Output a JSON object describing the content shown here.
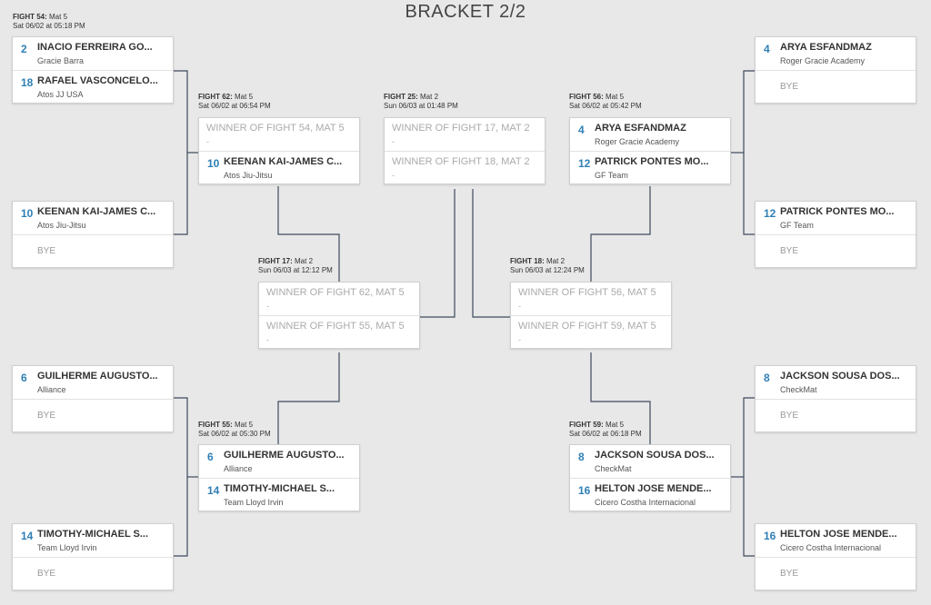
{
  "title": "BRACKET 2/2",
  "fights": {
    "f54": {
      "fight": "FIGHT 54:",
      "mat": "Mat 5",
      "time": "Sat 06/02 at 05:18 PM"
    },
    "f62": {
      "fight": "FIGHT 62:",
      "mat": "Mat 5",
      "time": "Sat 06/02 at 06:54 PM"
    },
    "f25": {
      "fight": "FIGHT 25:",
      "mat": "Mat 2",
      "time": "Sun 06/03 at 01:48 PM"
    },
    "f56": {
      "fight": "FIGHT 56:",
      "mat": "Mat 5",
      "time": "Sat 06/02 at 05:42 PM"
    },
    "f17": {
      "fight": "FIGHT 17:",
      "mat": "Mat 2",
      "time": "Sun 06/03 at 12:12 PM"
    },
    "f18": {
      "fight": "FIGHT 18:",
      "mat": "Mat 2",
      "time": "Sun 06/03 at 12:24 PM"
    },
    "f55": {
      "fight": "FIGHT 55:",
      "mat": "Mat 5",
      "time": "Sat 06/02 at 05:30 PM"
    },
    "f59": {
      "fight": "FIGHT 59:",
      "mat": "Mat 5",
      "time": "Sat 06/02 at 06:18 PM"
    }
  },
  "cards": {
    "c54": [
      {
        "seed": "2",
        "name": "INACIO FERREIRA GO...",
        "team": "Gracie Barra"
      },
      {
        "seed": "18",
        "name": "RAFAEL VASCONCELO...",
        "team": "Atos JJ USA"
      }
    ],
    "cKeenanBye": [
      {
        "seed": "10",
        "name": "KEENAN KAI-JAMES C...",
        "team": "Atos Jiu-Jitsu"
      },
      {
        "bye": "BYE"
      }
    ],
    "cGuilhermeBye": [
      {
        "seed": "6",
        "name": "GUILHERME AUGUSTO...",
        "team": "Alliance"
      },
      {
        "bye": "BYE"
      }
    ],
    "cTimothyBye": [
      {
        "seed": "14",
        "name": "TIMOTHY-MICHAEL S...",
        "team": "Team Lloyd Irvin"
      },
      {
        "bye": "BYE"
      }
    ],
    "c62": [
      {
        "pname": "WINNER OF FIGHT 54, MAT 5",
        "pdash": "-"
      },
      {
        "seed": "10",
        "name": "KEENAN KAI-JAMES C...",
        "team": "Atos Jiu-Jitsu"
      }
    ],
    "c55": [
      {
        "seed": "6",
        "name": "GUILHERME AUGUSTO...",
        "team": "Alliance"
      },
      {
        "seed": "14",
        "name": "TIMOTHY-MICHAEL S...",
        "team": "Team Lloyd Irvin"
      }
    ],
    "c25": [
      {
        "pname": "WINNER OF FIGHT 17, MAT 2",
        "pdash": "-"
      },
      {
        "pname": "WINNER OF FIGHT 18, MAT 2",
        "pdash": "-"
      }
    ],
    "c17": [
      {
        "pname": "WINNER OF FIGHT 62, MAT 5",
        "pdash": "-"
      },
      {
        "pname": "WINNER OF FIGHT 55, MAT 5",
        "pdash": "-"
      }
    ],
    "c18": [
      {
        "pname": "WINNER OF FIGHT 56, MAT 5",
        "pdash": "-"
      },
      {
        "pname": "WINNER OF FIGHT 59, MAT 5",
        "pdash": "-"
      }
    ],
    "c56": [
      {
        "seed": "4",
        "name": "ARYA ESFANDMAZ",
        "team": "Roger Gracie Academy"
      },
      {
        "seed": "12",
        "name": "PATRICK PONTES MO...",
        "team": "GF Team"
      }
    ],
    "c59": [
      {
        "seed": "8",
        "name": "JACKSON SOUSA DOS...",
        "team": "CheckMat"
      },
      {
        "seed": "16",
        "name": "HELTON JOSE MENDE...",
        "team": "Cicero Costha Internacional"
      }
    ],
    "cAryaBye": [
      {
        "seed": "4",
        "name": "ARYA ESFANDMAZ",
        "team": "Roger Gracie Academy"
      },
      {
        "bye": "BYE"
      }
    ],
    "cPatrickBye": [
      {
        "seed": "12",
        "name": "PATRICK PONTES MO...",
        "team": "GF Team"
      },
      {
        "bye": "BYE"
      }
    ],
    "cJacksonBye": [
      {
        "seed": "8",
        "name": "JACKSON SOUSA DOS...",
        "team": "CheckMat"
      },
      {
        "bye": "BYE"
      }
    ],
    "cHeltonBye": [
      {
        "seed": "16",
        "name": "HELTON JOSE MENDE...",
        "team": "Cicero Costha Internacional"
      },
      {
        "bye": "BYE"
      }
    ]
  },
  "colors": {
    "line": "#3d4a5c",
    "seed": "#2f7fb5"
  }
}
